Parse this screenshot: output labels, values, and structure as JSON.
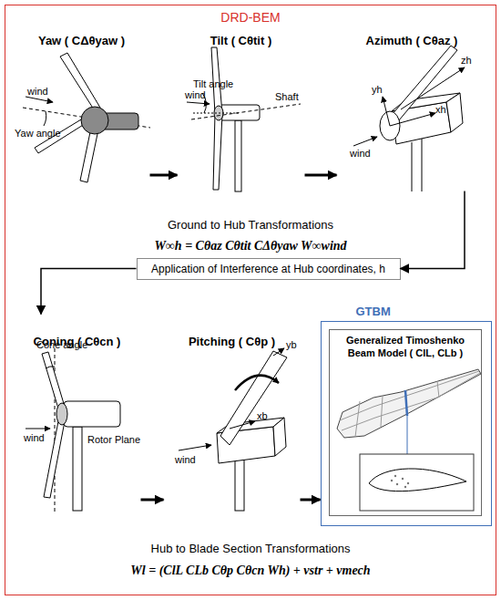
{
  "diagram": {
    "nodes": [
      {
        "text": [
          "DRD-BEM"
        ]
      },
      {
        "text": [
          "Yaw ( CΔθyaw )"
        ],
        "in": 0
      },
      {
        "text": [
          "Tilt ( Cθtit )"
        ],
        "in": 0
      },
      {
        "text": [
          "Azimuth ( Cθaz )"
        ],
        "in": 0
      },
      {
        "text": [
          "Application of Interference at Hub coordinates, h"
        ],
        "in": 0
      },
      {
        "text": [
          "Coning ( Cθcn )"
        ],
        "in": 0
      },
      {
        "text": [
          "Pitching ( Cθp )"
        ],
        "in": 0
      },
      {
        "text": [
          "GTBM"
        ],
        "in": 0
      },
      {
        "text": [
          "Generalized Timoshenko Beam Model ( ClL, CLb )"
        ],
        "in": 7
      }
    ],
    "edges": [
      {
        "from": 1,
        "to": 2,
        "arrow": "to"
      },
      {
        "from": 2,
        "to": 3,
        "arrow": "to"
      },
      {
        "from": 3,
        "to": 4,
        "arrow": "to"
      },
      {
        "from": 4,
        "to": 5,
        "arrow": "to"
      },
      {
        "from": 5,
        "to": 6,
        "arrow": "to"
      },
      {
        "from": 6,
        "to": 7,
        "arrow": "to"
      }
    ],
    "labels": [
      "wind",
      "Yaw angle",
      "wind",
      "Tilt angle",
      "Shaft",
      "zh",
      "yh",
      "xh",
      "wind",
      "Ground to Hub Transformations",
      "W∞h = Cθaz Cθtit CΔθyaw W∞wind",
      "wind",
      "Cone angle",
      "Rotor Plane",
      "wind",
      "yb",
      "xb",
      "Hub to Blade Section Transformations",
      "Wl = (ClL CLb Cθp Cθcn Wh) + vstr + vmech"
    ]
  }
}
